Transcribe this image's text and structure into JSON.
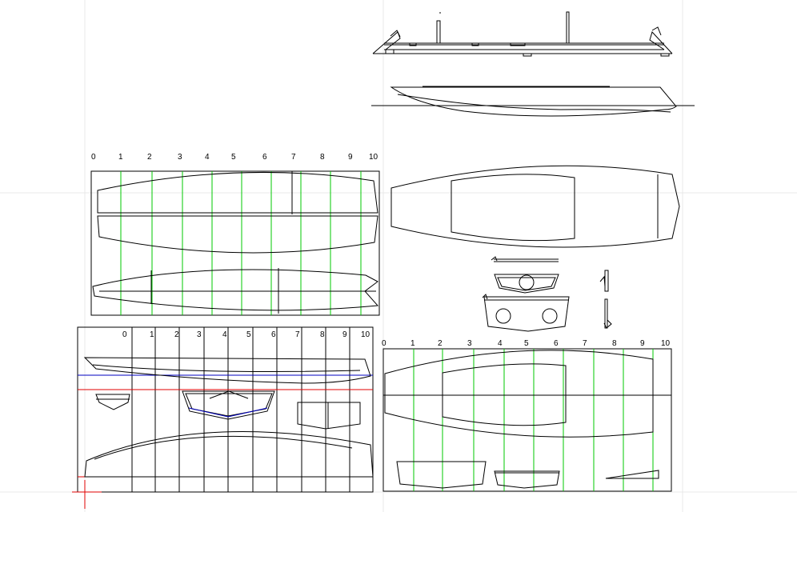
{
  "drawing": {
    "station_labels": [
      "0",
      "1",
      "2",
      "3",
      "4",
      "5",
      "6",
      "7",
      "8",
      "9",
      "10"
    ]
  },
  "colors": {
    "outline": "#000000",
    "station_line": "#00c800",
    "station_line_black": "#000000",
    "guide_red": "#e00000",
    "guide_blue": "#0000c0",
    "faint_grid": "#e8e8e8"
  },
  "icons": [
    "crosshair-cursor-icon"
  ]
}
